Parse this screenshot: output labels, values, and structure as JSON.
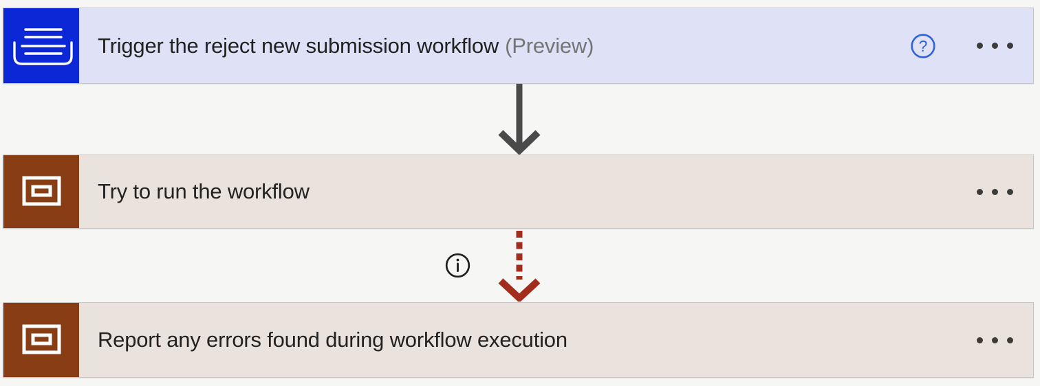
{
  "colors": {
    "page_bg": "#f6f6f5",
    "trigger_card_bg": "#dfe1f6",
    "trigger_icon_bg": "#0b27d6",
    "scope_card_bg": "#eae2dc",
    "scope_icon_bg": "#883d15",
    "card_border": "#c5c5c5",
    "solid_arrow": "#4a4a4a",
    "dashed_arrow": "#a22d1d",
    "help_icon": "#2d62d9",
    "info_icon": "#1f1f1f",
    "title_text": "#222222",
    "preview_text": "#757575",
    "ellipsis_dot": "#3b3b39"
  },
  "cards": [
    {
      "title": "Trigger the reject new submission workflow",
      "preview_suffix": "(Preview)",
      "icon": "tray-trigger-icon",
      "has_help": true,
      "has_more_options": true
    },
    {
      "title": "Try to run the workflow",
      "icon": "scope-icon",
      "has_more_options": true
    },
    {
      "title": "Report any errors found during workflow execution",
      "icon": "scope-icon",
      "has_more_options": true
    }
  ],
  "connectors": [
    {
      "type": "solid-arrow",
      "from": "trigger",
      "to": "try-scope"
    },
    {
      "type": "dashed-arrow",
      "from": "try-scope",
      "to": "report-scope",
      "has_info_icon": true
    }
  ],
  "glyphs": {
    "help": "?"
  }
}
